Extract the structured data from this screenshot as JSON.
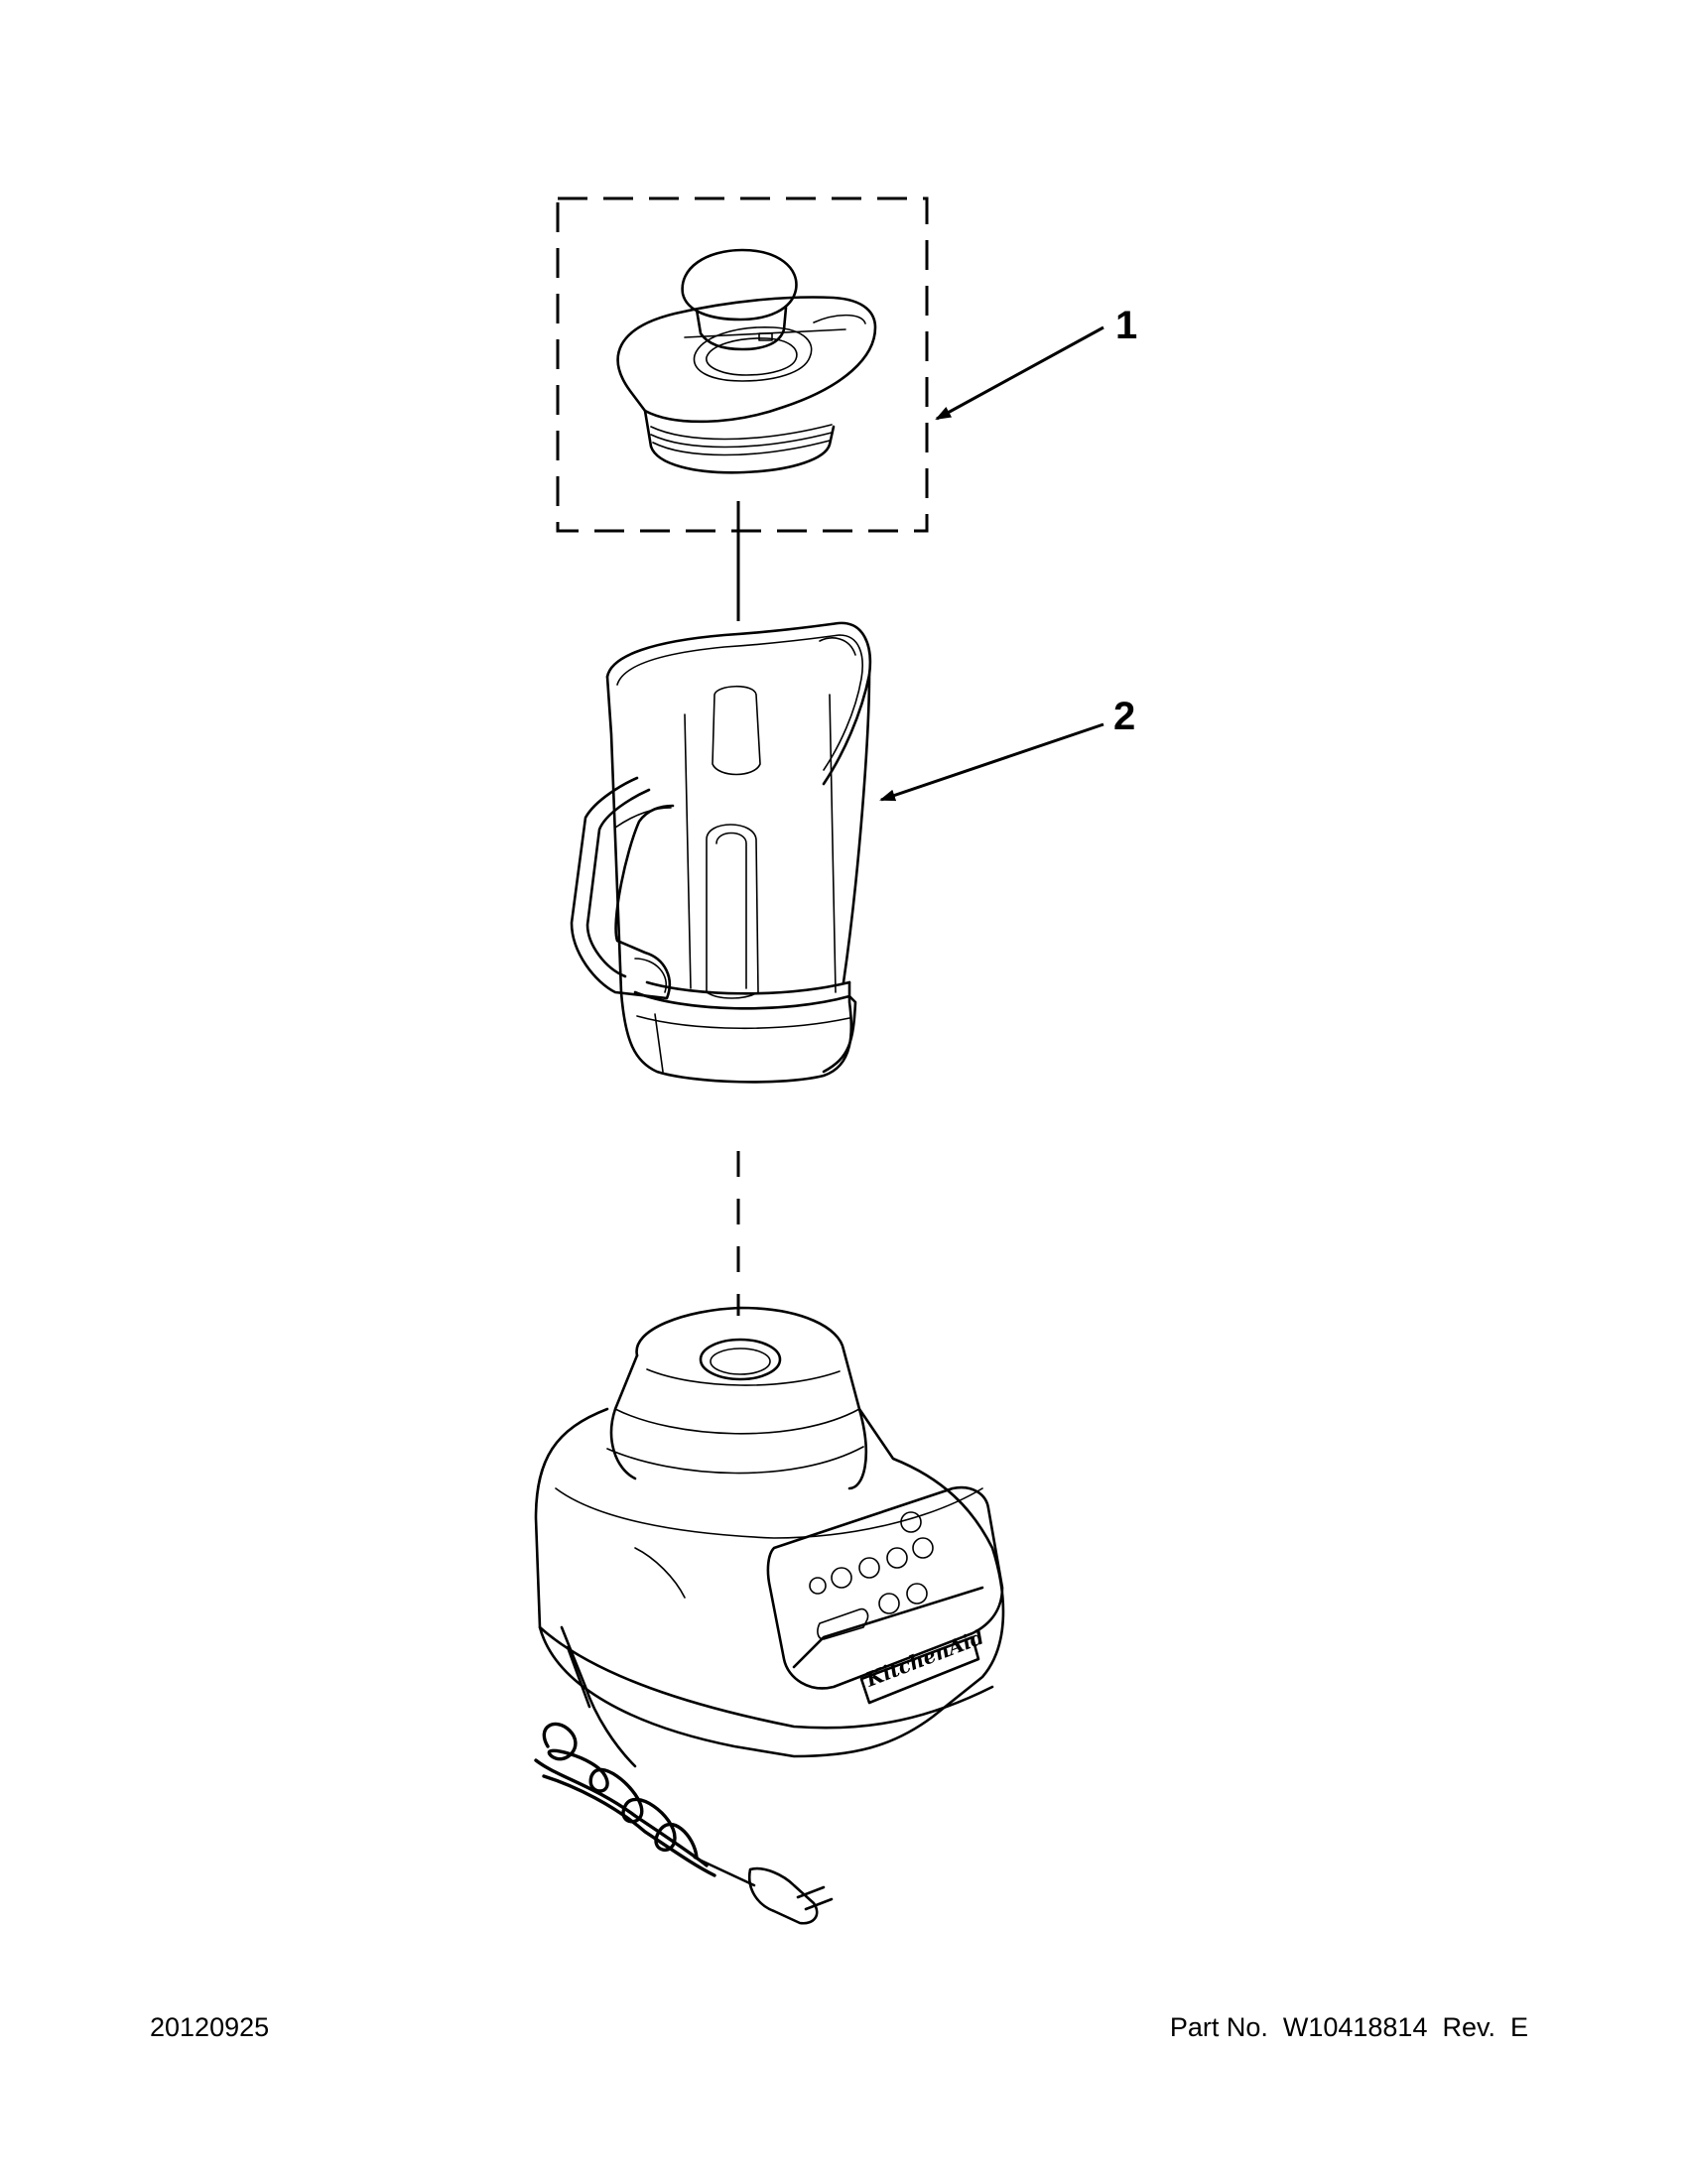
{
  "callouts": [
    {
      "id": "1",
      "label": "1"
    },
    {
      "id": "2",
      "label": "2"
    }
  ],
  "footer": {
    "date_code": "20120925",
    "part_number": "Part No.  W10418814  Rev.  E"
  },
  "icons": {
    "lid": "blender-lid-icon",
    "jar": "blender-jar-icon",
    "base": "blender-base-icon",
    "cord": "power-cord-icon"
  },
  "base_logo_text": "KitchenAid"
}
